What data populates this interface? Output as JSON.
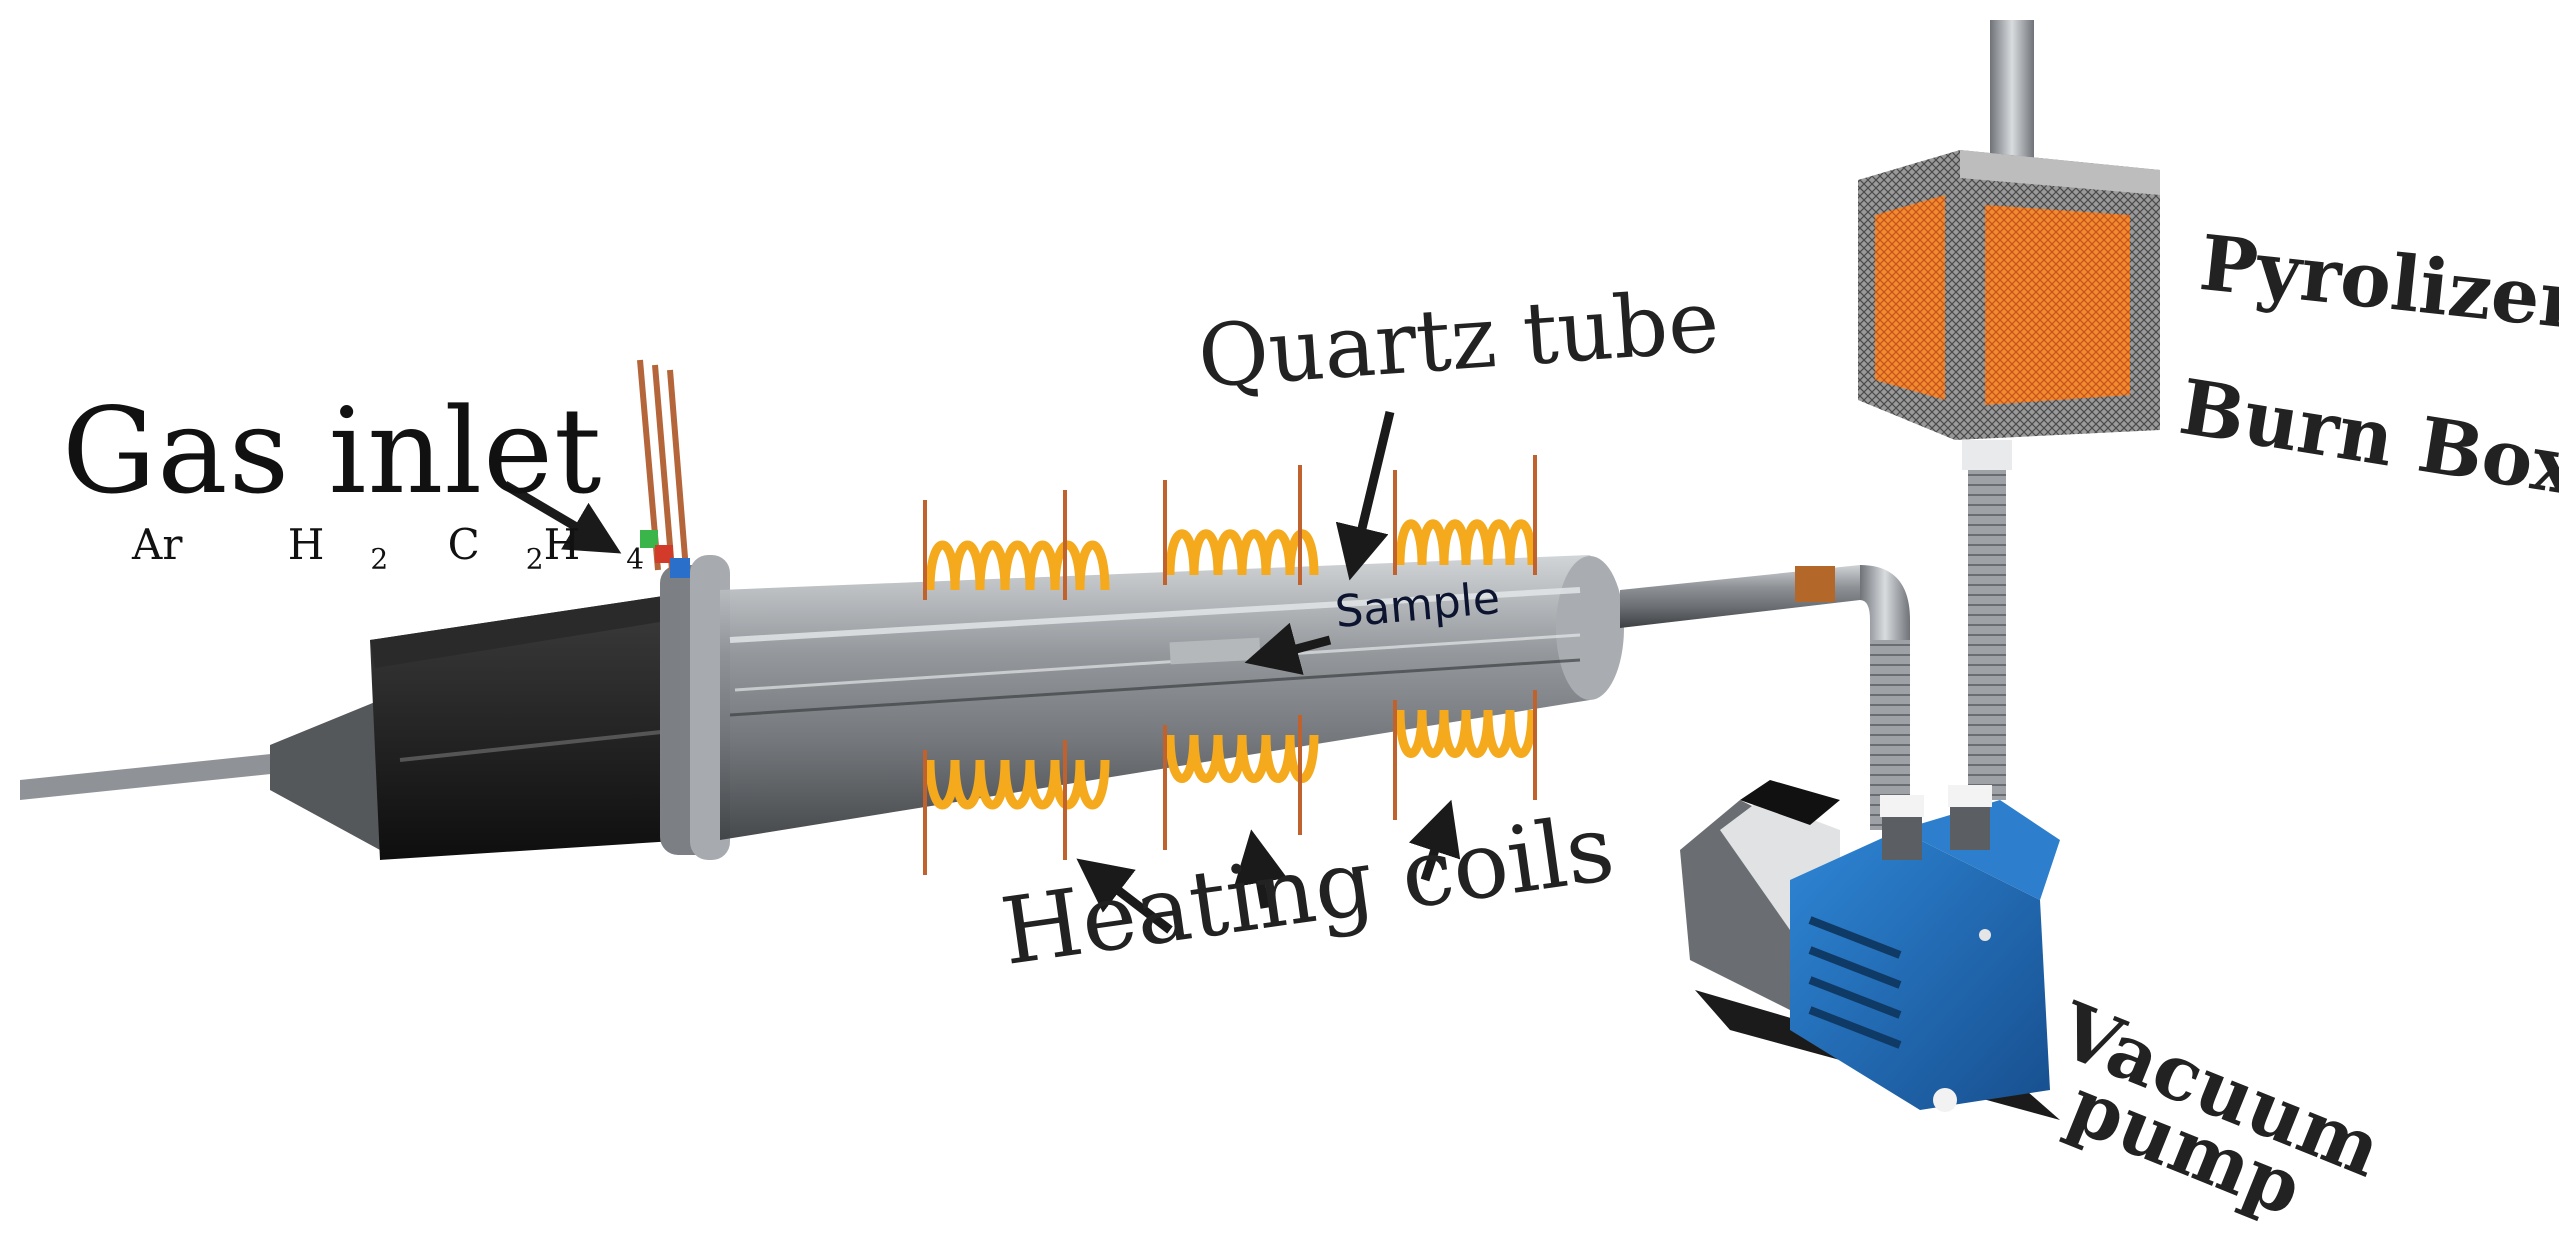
{
  "labels": {
    "gas_inlet": "Gas inlet",
    "gases": [
      {
        "symbol": "Ar",
        "subscript": ""
      },
      {
        "symbol": "H",
        "subscript": "2"
      },
      {
        "symbol": "C",
        "subscript": "2",
        "symbol2": "H",
        "subscript2": "4"
      }
    ],
    "quartz_tube": "Quartz tube",
    "sample": "Sample",
    "heating_coils": "Heating coils",
    "pyrolizer": "Pyrolizer",
    "burn_box": "Burn Box",
    "vacuum": "Vacuum",
    "pump": "pump"
  },
  "colors": {
    "tube": "#8e9296",
    "tube_dark": "#4a4d50",
    "coil": "#f5a91c",
    "coil_wire": "#c0622e",
    "pump_blue": "#1f6fc0",
    "pump_dark": "#123e6e",
    "mesh": "#6b6b6b",
    "glow": "#f07a2a",
    "arrow": "#1a1a1a"
  }
}
